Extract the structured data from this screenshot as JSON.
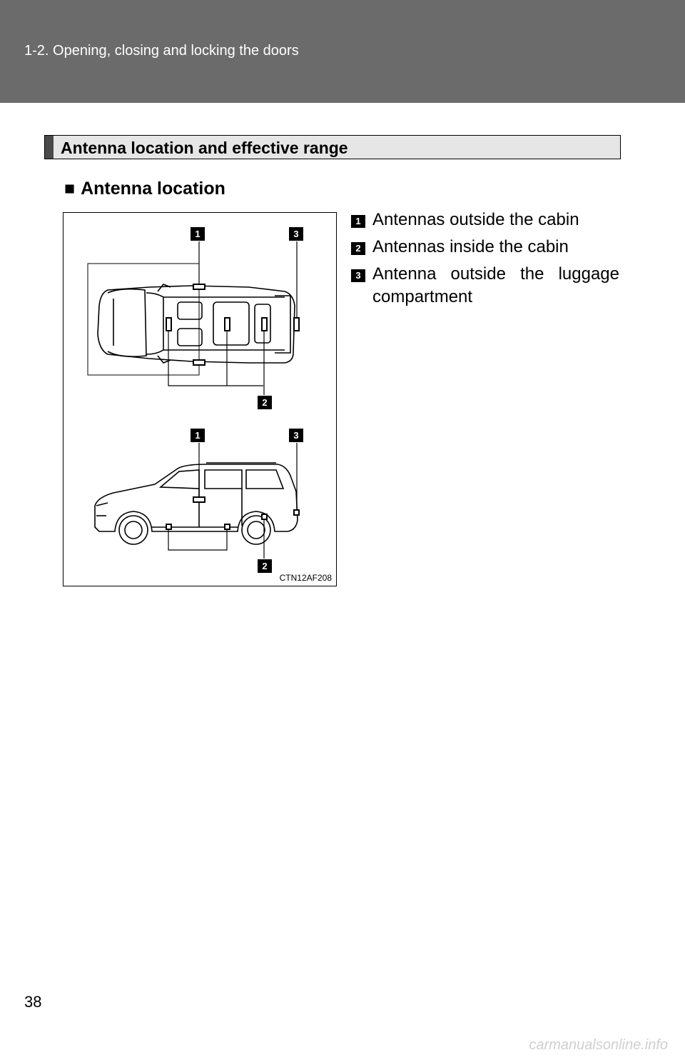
{
  "header": {
    "section_path": "1-2. Opening, closing and locking the doors"
  },
  "section": {
    "title": "Antenna location and effective range"
  },
  "subsection": {
    "bullet": "■",
    "title": "Antenna location"
  },
  "figure": {
    "code": "CTN12AF208",
    "callouts": [
      "1",
      "2",
      "3"
    ]
  },
  "legend": [
    {
      "num": "1",
      "text": "Antennas outside the cabin"
    },
    {
      "num": "2",
      "text": "Antennas inside the cabin"
    },
    {
      "num": "3",
      "text_line1": "Antenna outside the luggage",
      "text_line2": "compartment"
    }
  ],
  "page": {
    "number": "38"
  },
  "watermark": {
    "text": "carmanualsonline.info"
  }
}
